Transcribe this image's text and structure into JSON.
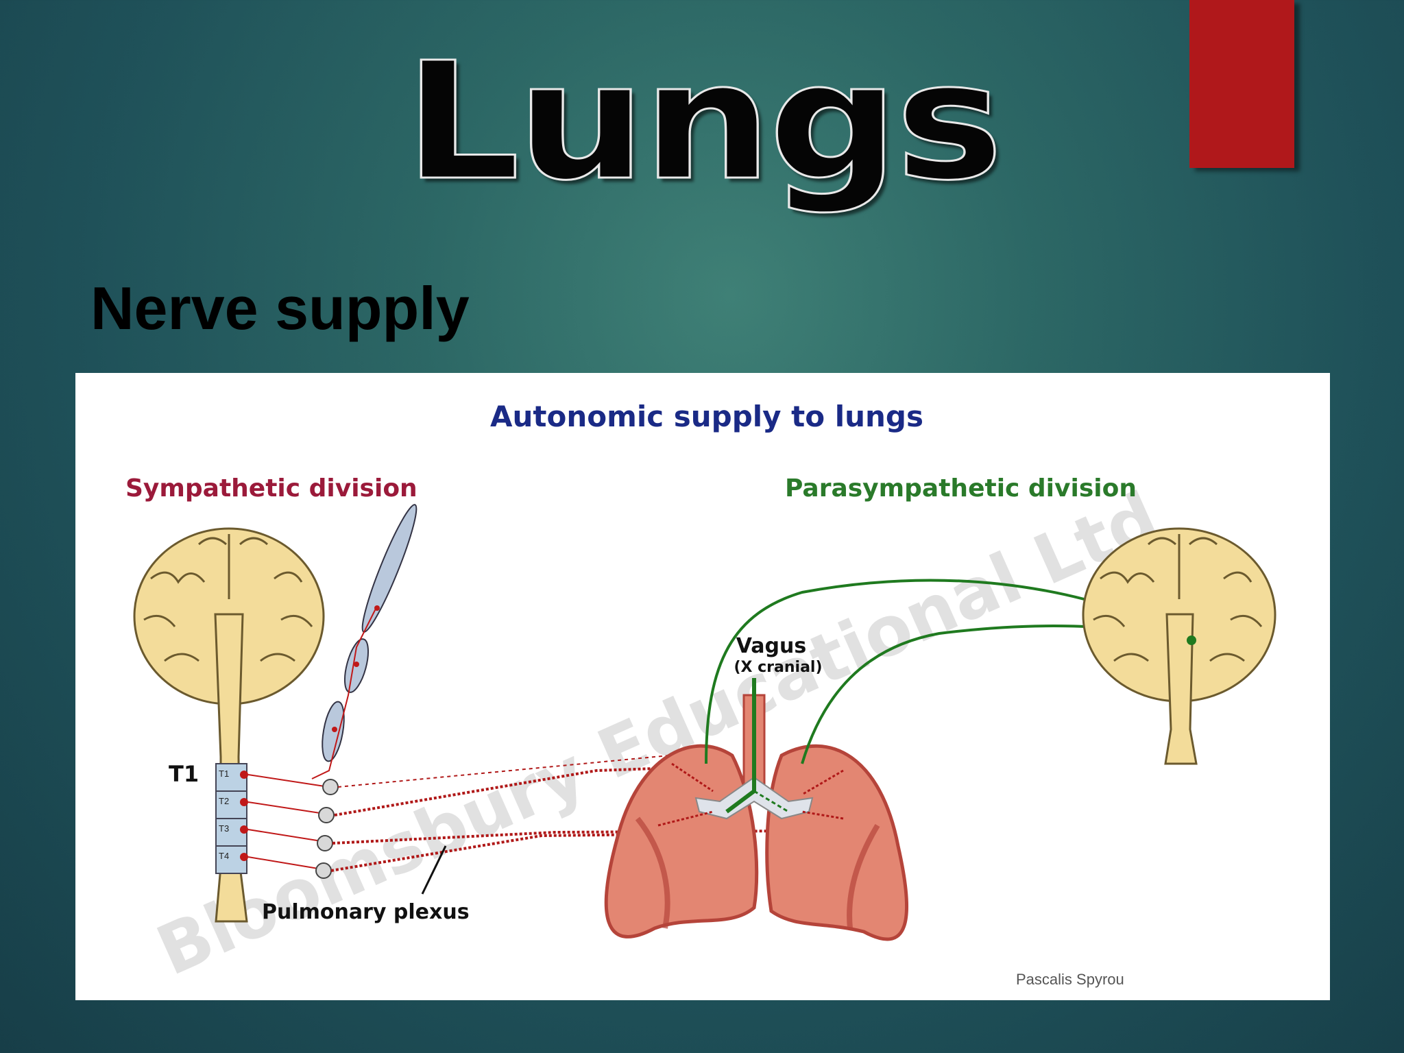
{
  "slide": {
    "title": "Lungs",
    "subtitle": "Nerve supply",
    "accent_color": "#b0181b"
  },
  "diagram": {
    "heading": "Autonomic supply to lungs",
    "sympathetic_label": "Sympathetic division",
    "parasympathetic_label": "Parasympathetic division",
    "vagus_label": "Vagus",
    "vagus_sublabel": "(X cranial)",
    "t1_label": "T1",
    "segments": [
      "T1",
      "T2",
      "T3",
      "T4"
    ],
    "plexus_label": "Pulmonary plexus",
    "watermark": "Bloomsbury Educational Ltd",
    "credit": "Pascalis Spyrou",
    "colors": {
      "heading": "#1a2a86",
      "sympathetic": "#9b1a3a",
      "parasympathetic": "#2a7a2a",
      "nerve_red": "#b01818",
      "nerve_green": "#1f7a1f",
      "lung_fill": "#e38672"
    }
  }
}
